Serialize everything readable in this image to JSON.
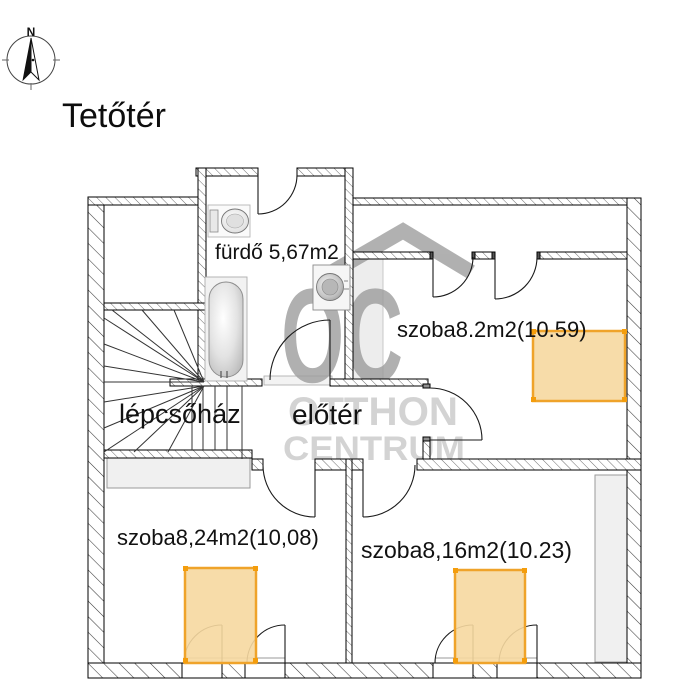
{
  "page_title": "Tetőtér",
  "compass": {
    "north_label": "N"
  },
  "watermark": {
    "logo": "OC",
    "line1": "OTTHON",
    "line2": "CENTRUM"
  },
  "rooms": {
    "bathroom": {
      "label": "fürdő 5,67m2"
    },
    "room_ne": {
      "label": "szoba8.2m2(10.59)"
    },
    "staircase": {
      "label": "lépcsőház"
    },
    "hall": {
      "label": "előtér"
    },
    "room_sw": {
      "label": "szoba8,24m2(10,08)"
    },
    "room_se": {
      "label": "szoba8,16m2(10.23)"
    }
  },
  "fixtures": {
    "bathroom": [
      "toilet",
      "washing-machine",
      "bathtub"
    ],
    "furniture": [
      "bed-room-ne",
      "bed-room-sw",
      "bed-room-se",
      "wardrobe-room-sw",
      "closet-room-se"
    ]
  },
  "colors": {
    "bed_fill": "#f6d8a0",
    "bed_border": "#efa32a",
    "bed_corner": "#f49d0c",
    "watermark_dark": "#9d9d9d",
    "watermark_light": "#c9c9c9",
    "furniture_gray": "#f0f0f0",
    "wall_line": "#000000"
  }
}
